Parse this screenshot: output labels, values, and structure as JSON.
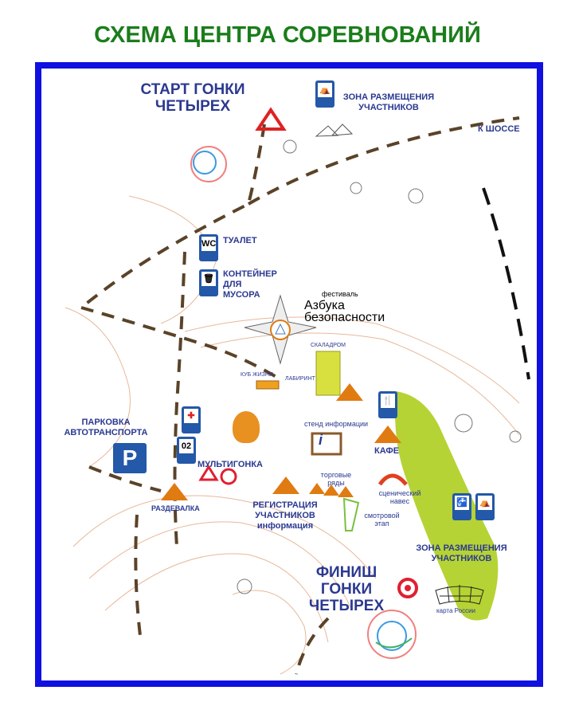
{
  "title": "СХЕМА ЦЕНТРА СОРЕВНОВАНИЙ",
  "labels": {
    "start": "СТАРТ ГОНКИ ЧЕТЫРЕХ",
    "camp_top": "ЗОНА РАЗМЕЩЕНИЯ УЧАСТНИКОВ",
    "highway": "К ШОССЕ",
    "toilet": "ТУАЛЕТ",
    "toilet_sign": "WC",
    "trash": "КОНТЕЙНЕР ДЛЯ МУСОРА",
    "festival": "фестиваль",
    "festival_name1": "Азбука",
    "festival_name2": "безопасности",
    "climbing": "СКАЛАДРОМ",
    "cube": "КУБ ЖИЗНИ",
    "labyrinth": "ЛАБИРИНТ",
    "parking": "ПАРКОВКА АВТОТРАНСПОРТА",
    "parking_sign": "P",
    "phone_sign": "02",
    "multirace": "МУЛЬТИГОНКА",
    "info_stand": "стенд информации",
    "info_sign": "i",
    "cafe": "КАФЕ",
    "stalls": "торговые ряды",
    "stage": "сценический навес",
    "locker": "РАЗДЕВАЛКА",
    "registration": "РЕГИСТРАЦИЯ УЧАСТНИКОВ информация",
    "viewpoint": "смотровой этап",
    "camp_bottom": "ЗОНА РАЗМЕЩЕНИЯ УЧАСТНИКОВ",
    "finish": "ФИНИШ ГОНКИ ЧЕТЫРЕХ",
    "russia_map": "карта России"
  },
  "colors": {
    "frame": "#1010e0",
    "title": "#1b7d1b",
    "label": "#2b3990",
    "path": "#5a4328",
    "green_zone": "#b5d334"
  }
}
